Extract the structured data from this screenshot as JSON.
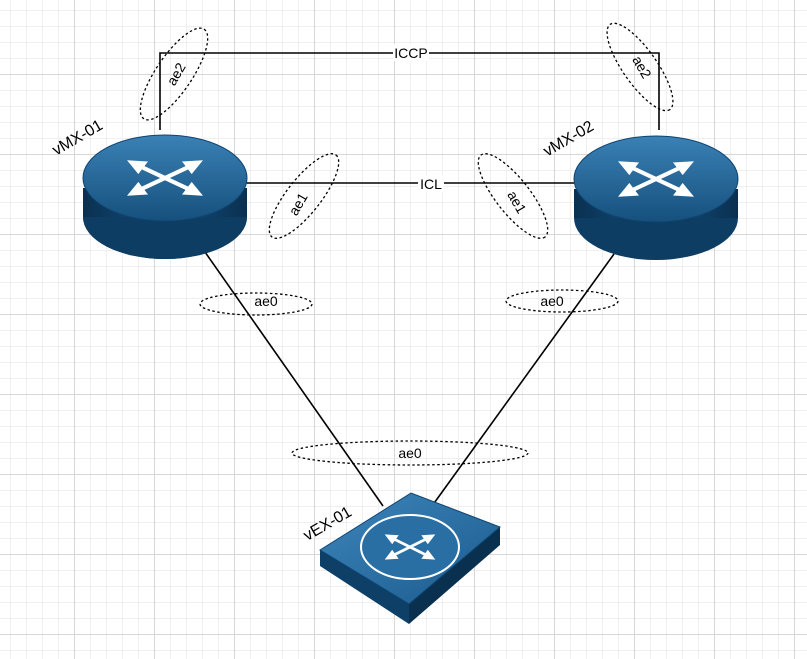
{
  "devices": {
    "router_1": {
      "name": "vMX-01",
      "type": "router"
    },
    "router_2": {
      "name": "vMX-02",
      "type": "router"
    },
    "switch_1": {
      "name": "vEX-01",
      "type": "switch"
    }
  },
  "links": {
    "iccp": "ICCP",
    "icl": "ICL"
  },
  "bundles": {
    "ae2_left": "ae2",
    "ae2_right": "ae2",
    "ae1_left": "ae1",
    "ae1_right": "ae1",
    "ae0_left": "ae0",
    "ae0_right": "ae0",
    "ae0_bottom": "ae0"
  },
  "icons": {
    "router": "router-icon",
    "switch": "switch-icon"
  },
  "colors": {
    "device_top": "#1c5f8f",
    "device_side": "#0d3d62",
    "device_arrows": "#ffffff",
    "grid": "#d7d7d7"
  }
}
